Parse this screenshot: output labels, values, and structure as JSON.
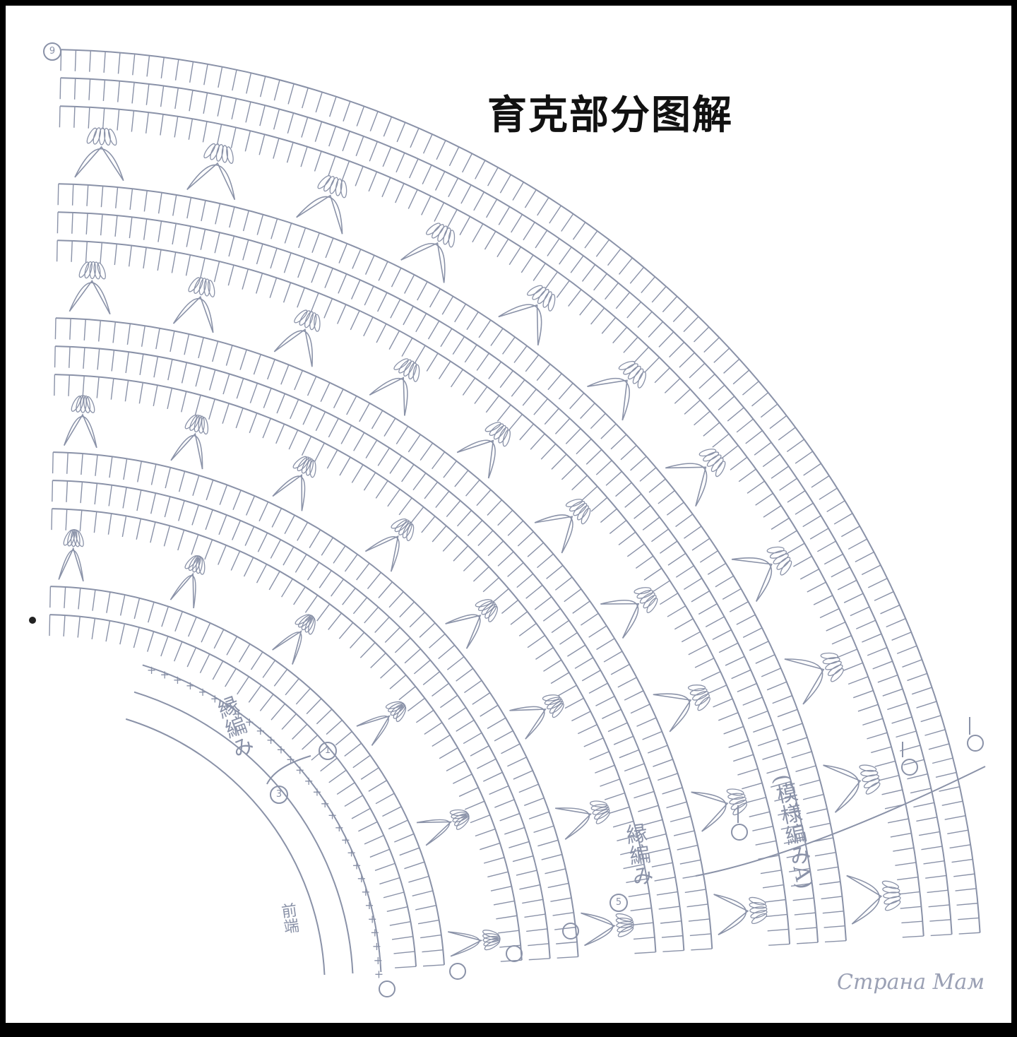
{
  "title": "育克部分图解",
  "labels": {
    "inner_band": "縁編み",
    "outer_band": "縁編み",
    "bracket_label": "(模様編みA)",
    "front_mark": "前端"
  },
  "round_numbers": {
    "r1": "1",
    "r3": "3",
    "r5": "5",
    "r9": "9"
  },
  "watermark": "Страна Мам",
  "colors": {
    "symbol": "#8a92a8",
    "title": "#111111",
    "frame": "#000000"
  }
}
